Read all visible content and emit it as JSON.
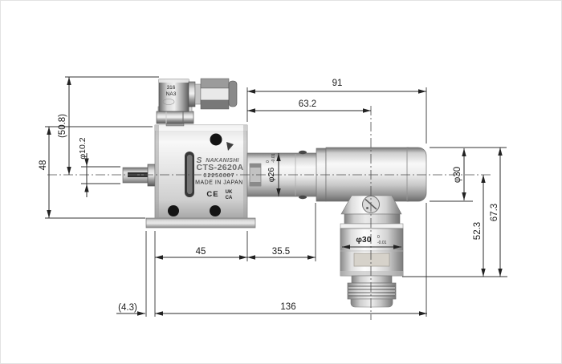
{
  "part": {
    "brand": "NAKANISHI",
    "brand_emblem": "S",
    "model": "CTS-2620A",
    "serial": "02250007",
    "origin": "MADE IN JAPAN",
    "ce_mark": "CE",
    "ukca_top": "UK",
    "ukca_bottom": "CA",
    "fitting_stamp_line1": "316",
    "fitting_stamp_line2": "NA3"
  },
  "dimensions": {
    "total_width_top": "91",
    "center_offset_top": "63.2",
    "fitting_height": "(50.8)",
    "shaft_diameter": "φ10.2",
    "block_height": "48",
    "body_diameter": "φ26",
    "body_diameter_tol_upper": "0",
    "body_diameter_tol_lower": "-0.01",
    "block_width": "45",
    "body_length": "35.5",
    "base_overhang": "(4.3)",
    "total_length": "136",
    "chuck_diameter": "φ30",
    "chuck_diameter_tol_upper": "0",
    "chuck_diameter_tol_lower": "-0.01",
    "motor_diameter": "φ30",
    "center_to_nose": "52.3",
    "top_to_nose": "67.3"
  }
}
